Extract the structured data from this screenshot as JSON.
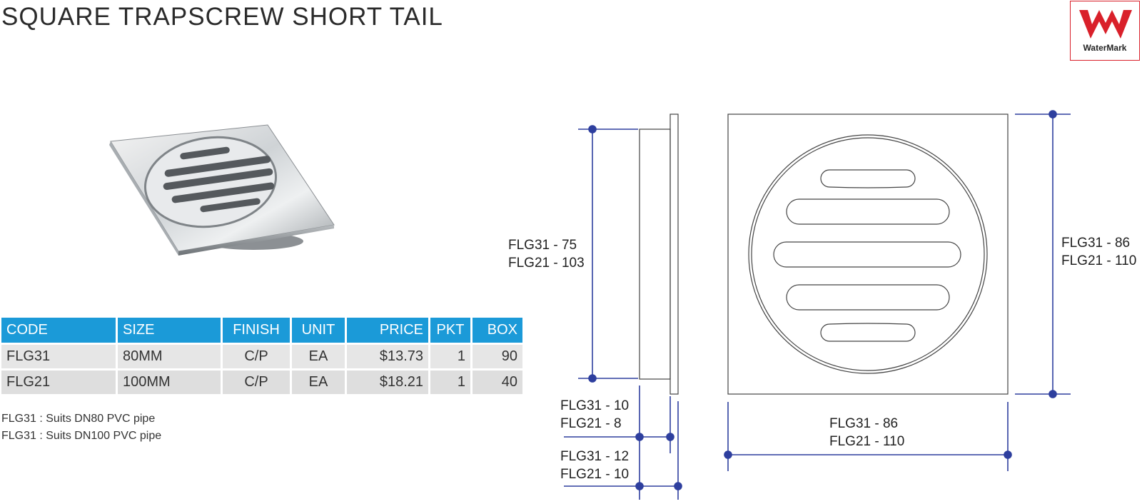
{
  "title": "SQUARE TRAPSCREW SHORT TAIL",
  "logo": {
    "text": "WaterMark",
    "color": "#d9202a"
  },
  "table": {
    "header_color": "#1b9ad8",
    "headers": [
      "CODE",
      "SIZE",
      "FINISH",
      "UNIT",
      "PRICE",
      "PKT",
      "BOX"
    ],
    "rows": [
      [
        "FLG31",
        "80MM",
        "C/P",
        "EA",
        "$13.73",
        "1",
        "90"
      ],
      [
        "FLG21",
        "100MM",
        "C/P",
        "EA",
        "$18.21",
        "1",
        "40"
      ]
    ]
  },
  "notes": [
    "FLG31 : Suits DN80 PVC pipe",
    "FLG31 : Suits DN100 PVC pipe"
  ],
  "dimensions": {
    "height": [
      "FLG31 - 75",
      "FLG21 - 103"
    ],
    "flange": [
      "FLG31 - 10",
      "FLG21 - 8"
    ],
    "tail": [
      "FLG31 - 12",
      "FLG21 - 10"
    ],
    "width": [
      "FLG31 - 86",
      "FLG21 - 110"
    ],
    "side": [
      "FLG31 - 86",
      "FLG21 - 110"
    ]
  },
  "line_color": "#2e3f9e"
}
